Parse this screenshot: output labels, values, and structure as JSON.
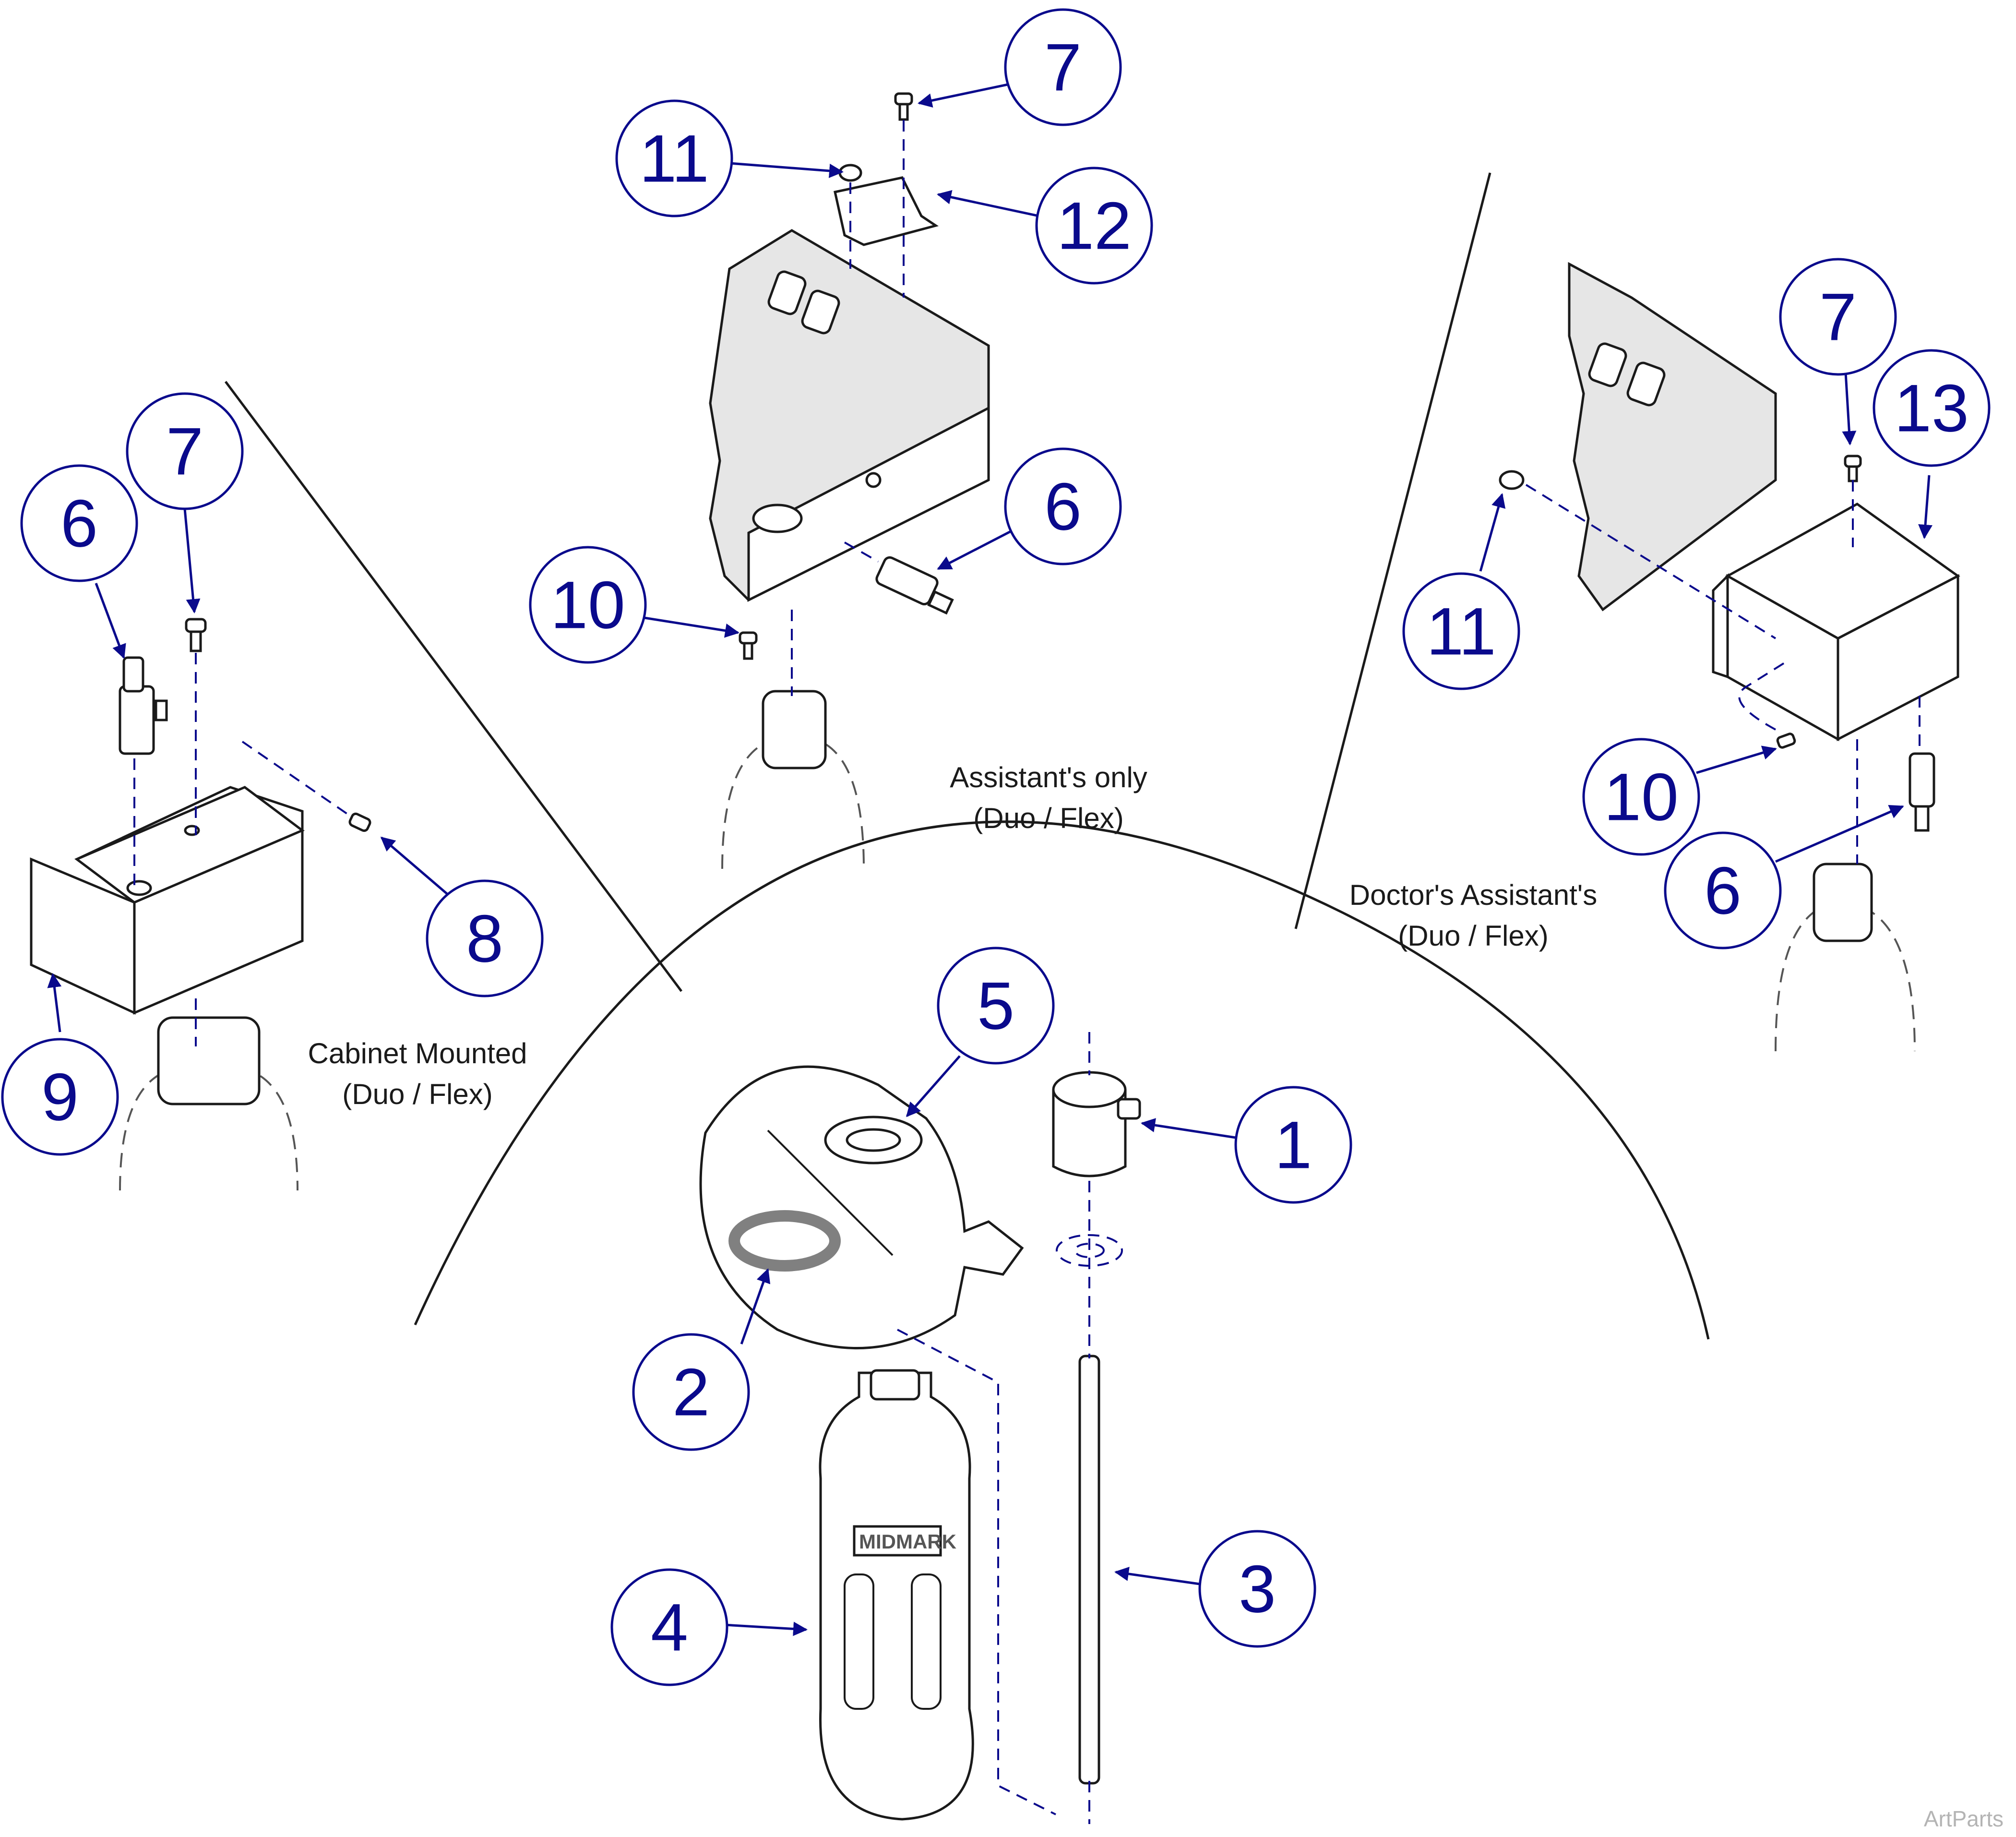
{
  "captions": {
    "cabinet": [
      "Cabinet Mounted",
      "(Duo / Flex)"
    ],
    "assistant": [
      "Assistant's only",
      "(Duo / Flex)"
    ],
    "doctor": [
      "Doctor's Assistant's",
      "(Duo / Flex)"
    ]
  },
  "callouts": {
    "c1": "1",
    "c2": "2",
    "c3": "3",
    "c4": "4",
    "c5": "5",
    "c6a": "6",
    "c6b": "6",
    "c6c": "6",
    "c7a": "7",
    "c7b": "7",
    "c7c": "7",
    "c8": "8",
    "c9": "9",
    "c10a": "10",
    "c10b": "10",
    "c11a": "11",
    "c11b": "11",
    "c12": "12",
    "c13": "13"
  },
  "bottle_logo": "MIDMARK",
  "watermark": "ArtParts",
  "colors": {
    "callout": "#0a0a8c",
    "line": "#1a1a1a",
    "panel_fill": "#e6e6e6"
  }
}
